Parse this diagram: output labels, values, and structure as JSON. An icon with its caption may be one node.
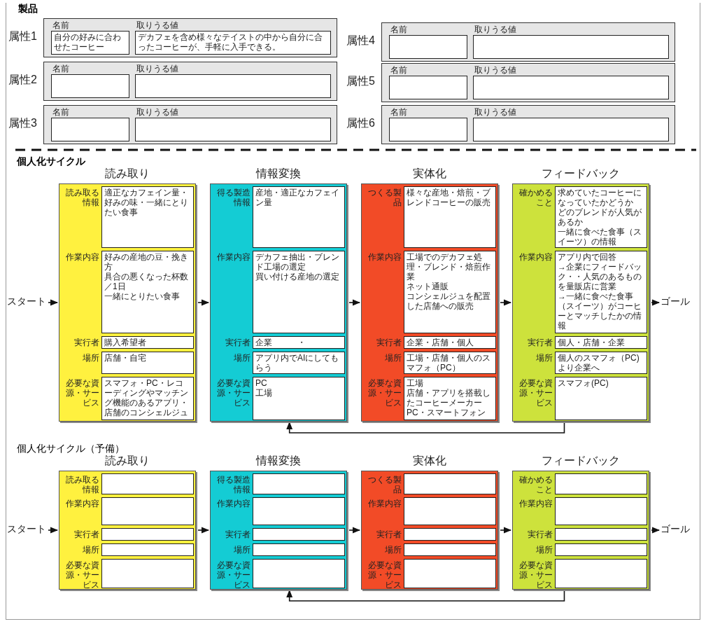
{
  "diagram": {
    "nodes": [
      {
        "text": [
          "属性1"
        ]
      },
      {
        "text": [
          "自分の好みに合わせたコーヒー"
        ],
        "in": 0,
        "beside": [
          "名前"
        ]
      },
      {
        "text": [
          "デカフェを含め様々なテイストの中から自分に合ったコーヒーが、手軽に入手できる。"
        ],
        "in": 0,
        "beside": [
          "取りうる値"
        ]
      },
      {
        "text": [
          "属性4"
        ]
      },
      {
        "text": [],
        "shape": "box",
        "in": 3,
        "beside": [
          "名前"
        ]
      },
      {
        "text": [],
        "shape": "box",
        "in": 3,
        "beside": [
          "取りうる値"
        ]
      },
      {
        "text": [
          "属性2"
        ]
      },
      {
        "text": [],
        "shape": "box",
        "in": 6,
        "beside": [
          "名前"
        ]
      },
      {
        "text": [],
        "shape": "box",
        "in": 6,
        "beside": [
          "取りうる値"
        ]
      },
      {
        "text": [
          "属性5"
        ]
      },
      {
        "text": [],
        "shape": "box",
        "in": 9,
        "beside": [
          "名前"
        ]
      },
      {
        "text": [],
        "shape": "box",
        "in": 9,
        "beside": [
          "取りうる値"
        ]
      },
      {
        "text": [
          "属性3"
        ]
      },
      {
        "text": [],
        "shape": "box",
        "in": 12,
        "beside": [
          "名前"
        ]
      },
      {
        "text": [],
        "shape": "box",
        "in": 12,
        "beside": [
          "取りうる値"
        ]
      },
      {
        "text": [
          "属性6"
        ]
      },
      {
        "text": [],
        "shape": "box",
        "in": 15,
        "beside": [
          "名前"
        ]
      },
      {
        "text": [],
        "shape": "box",
        "in": 15,
        "beside": [
          "取りうる値"
        ]
      },
      {
        "text": [
          "スタート"
        ]
      },
      {
        "text": [
          "読み取り"
        ]
      },
      {
        "text": [
          "適正なカフェイン量・好みの味・一緒にとりたい食事"
        ],
        "in": 19,
        "beside": [
          "読み取る情報"
        ]
      },
      {
        "text": [
          "好みの産地の豆・挽き方",
          "具合の悪くなった杯数／1日",
          "一緒にとりたい食事"
        ],
        "in": 19,
        "beside": [
          "作業内容"
        ]
      },
      {
        "text": [
          "購入希望者"
        ],
        "in": 19,
        "beside": [
          "実行者"
        ]
      },
      {
        "text": [
          "店舗・自宅"
        ],
        "in": 19,
        "beside": [
          "場所"
        ]
      },
      {
        "text": [
          "スマフォ・PC・レコーディングやマッチング機能のあるアプリ・店舗のコンシェルジュ"
        ],
        "in": 19,
        "beside": [
          "必要な資源・サービス"
        ]
      },
      {
        "text": [
          "情報変換"
        ]
      },
      {
        "text": [
          "産地・適正なカフェイン量"
        ],
        "in": 25,
        "beside": [
          "得る製造情報"
        ]
      },
      {
        "text": [
          "デカフェ抽出・ブレンド工場の選定",
          "買い付ける産地の選定"
        ],
        "in": 25,
        "beside": [
          "作業内容"
        ]
      },
      {
        "text": [
          "企業　　　・"
        ],
        "in": 25,
        "beside": [
          "実行者"
        ]
      },
      {
        "text": [
          "アプリ内でAIにしてもらう"
        ],
        "in": 25,
        "beside": [
          "場所"
        ]
      },
      {
        "text": [
          "PC",
          "工場"
        ],
        "in": 25,
        "beside": [
          "必要な資源・サービス"
        ]
      },
      {
        "text": [
          "実体化"
        ]
      },
      {
        "text": [
          "様々な産地・焙煎・ブレンドコーヒーの販売"
        ],
        "in": 31,
        "beside": [
          "つくる製品"
        ]
      },
      {
        "text": [
          "工場でのデカフェ処理・ブレンド・焙煎作業",
          "ネット通販",
          "コンシェルジュを配置した店舗への販売"
        ],
        "in": 31,
        "beside": [
          "作業内容"
        ]
      },
      {
        "text": [
          "企業・店舗・個人"
        ],
        "in": 31,
        "beside": [
          "実行者"
        ]
      },
      {
        "text": [
          "工場・店舗・個人のスマフォ（PC）"
        ],
        "in": 31,
        "beside": [
          "場所"
        ]
      },
      {
        "text": [
          "工場",
          "店舗・アプリを搭載したコーヒーメーカー",
          "PC・スマートフォン"
        ],
        "in": 31,
        "beside": [
          "必要な資源・サービス"
        ]
      },
      {
        "text": [
          "フィードバック"
        ]
      },
      {
        "text": [
          "求めていたコーヒーになっていたかどうか",
          "どのブレンドが人気があるか",
          "一緒に食べた食事（スイーツ）の情報"
        ],
        "in": 37,
        "beside": [
          "確かめること"
        ]
      },
      {
        "text": [
          "アプリ内で回答",
          "→企業にフィードバック・・人気のあるものを量販店に営業",
          "→一緒に食べた食事（スイーツ）がコーヒーとマッチしたかの情報"
        ],
        "in": 37,
        "beside": [
          "作業内容"
        ]
      },
      {
        "text": [
          "個人・店舗・企業"
        ],
        "in": 37,
        "beside": [
          "実行者"
        ]
      },
      {
        "text": [
          "個人のスマフォ（PC)より企業へ"
        ],
        "in": 37,
        "beside": [
          "場所"
        ]
      },
      {
        "text": [
          "スマフォ(PC)"
        ],
        "in": 37,
        "beside": [
          "必要な資源・サービス"
        ]
      },
      {
        "text": [
          "ゴール"
        ]
      },
      {
        "text": [
          "スタート"
        ]
      },
      {
        "text": [
          "読み取り"
        ]
      },
      {
        "text": [],
        "shape": "box",
        "in": 45,
        "beside": [
          "読み取る情報"
        ]
      },
      {
        "text": [],
        "shape": "box",
        "in": 45,
        "beside": [
          "作業内容"
        ]
      },
      {
        "text": [],
        "shape": "box",
        "in": 45,
        "beside": [
          "実行者"
        ]
      },
      {
        "text": [],
        "shape": "box",
        "in": 45,
        "beside": [
          "場所"
        ]
      },
      {
        "text": [],
        "shape": "box",
        "in": 45,
        "beside": [
          "必要な資源・サービス"
        ]
      },
      {
        "text": [
          "情報変換"
        ]
      },
      {
        "text": [],
        "shape": "box",
        "in": 51,
        "beside": [
          "得る製造情報"
        ]
      },
      {
        "text": [],
        "shape": "box",
        "in": 51,
        "beside": [
          "作業内容"
        ]
      },
      {
        "text": [],
        "shape": "box",
        "in": 51,
        "beside": [
          "実行者"
        ]
      },
      {
        "text": [],
        "shape": "box",
        "in": 51,
        "beside": [
          "場所"
        ]
      },
      {
        "text": [],
        "shape": "box",
        "in": 51,
        "beside": [
          "必要な資源・サービス"
        ]
      },
      {
        "text": [
          "実体化"
        ]
      },
      {
        "text": [],
        "shape": "box",
        "in": 57,
        "beside": [
          "つくる製品"
        ]
      },
      {
        "text": [],
        "shape": "box",
        "in": 57,
        "beside": [
          "作業内容"
        ]
      },
      {
        "text": [],
        "shape": "box",
        "in": 57,
        "beside": [
          "実行者"
        ]
      },
      {
        "text": [],
        "shape": "box",
        "in": 57,
        "beside": [
          "場所"
        ]
      },
      {
        "text": [],
        "shape": "box",
        "in": 57,
        "beside": [
          "必要な資源・サービス"
        ]
      },
      {
        "text": [
          "フィードバック"
        ]
      },
      {
        "text": [],
        "shape": "box",
        "in": 63,
        "beside": [
          "確かめること"
        ]
      },
      {
        "text": [],
        "shape": "box",
        "in": 63,
        "beside": [
          "作業内容"
        ]
      },
      {
        "text": [],
        "shape": "box",
        "in": 63,
        "beside": [
          "実行者"
        ]
      },
      {
        "text": [],
        "shape": "box",
        "in": 63,
        "beside": [
          "場所"
        ]
      },
      {
        "text": [],
        "shape": "box",
        "in": 63,
        "beside": [
          "必要な資源・サービス"
        ]
      },
      {
        "text": [
          "ゴール"
        ]
      }
    ],
    "edges": [
      {
        "from": 18,
        "to": 19,
        "arrow": "to"
      },
      {
        "from": 19,
        "to": 25,
        "arrow": "to"
      },
      {
        "from": 25,
        "to": 31,
        "arrow": "to"
      },
      {
        "from": 31,
        "to": 37,
        "arrow": "to"
      },
      {
        "from": 37,
        "to": 43,
        "arrow": "to"
      },
      {
        "from": 37,
        "to": 25,
        "arrow": "to"
      },
      {
        "from": 44,
        "to": 45,
        "arrow": "to"
      },
      {
        "from": 45,
        "to": 51,
        "arrow": "to"
      },
      {
        "from": 51,
        "to": 57,
        "arrow": "to"
      },
      {
        "from": 57,
        "to": 63,
        "arrow": "to"
      },
      {
        "from": 63,
        "to": 69,
        "arrow": "to"
      },
      {
        "from": 63,
        "to": 51,
        "arrow": "to"
      }
    ],
    "labels": [
      "製品",
      "個人化サイクル",
      "個人化サイクル（予備）"
    ]
  }
}
